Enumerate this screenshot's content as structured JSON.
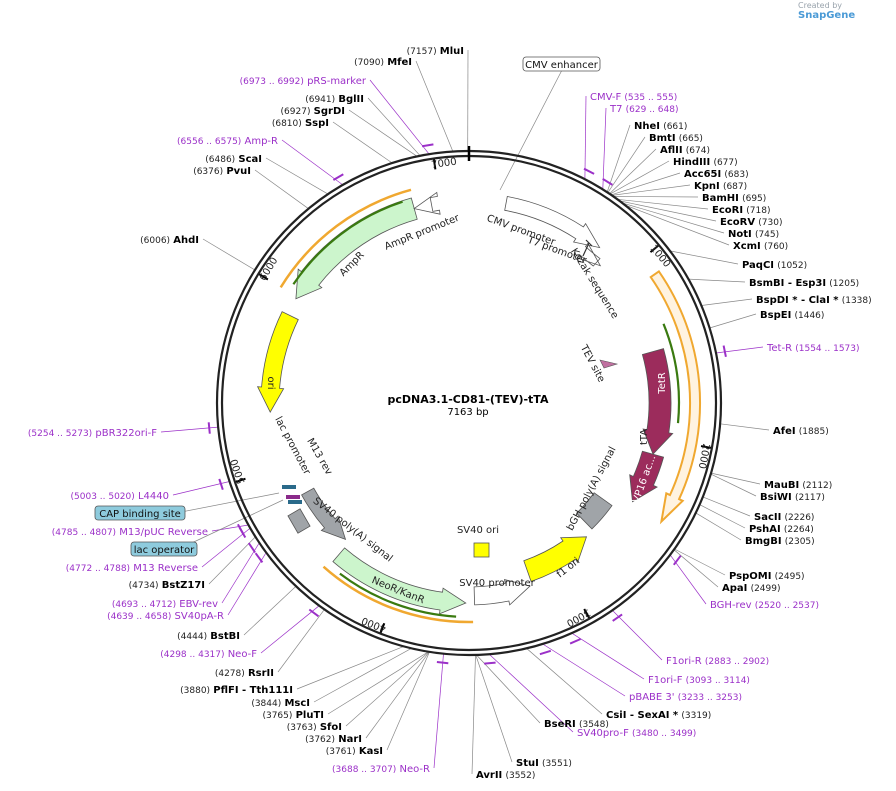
{
  "credit": {
    "prefix": "Created by",
    "brand": "SnapGene"
  },
  "plasmid": {
    "name": "pcDNA3.1-CD81-(TEV)-tTA",
    "size_label": "7163 bp",
    "length": 7163
  },
  "ticks": [
    {
      "pos": 1000,
      "label": "1000"
    },
    {
      "pos": 2000,
      "label": "2000"
    },
    {
      "pos": 3000,
      "label": "3000"
    },
    {
      "pos": 4000,
      "label": "4000"
    },
    {
      "pos": 5000,
      "label": "5000"
    },
    {
      "pos": 6000,
      "label": "6000"
    },
    {
      "pos": 7000,
      "label": "7000"
    }
  ],
  "colors": {
    "enzyme": "#000000",
    "primer": "#9b30c8",
    "leader": "#888888",
    "promoter_fill": "#ffffff",
    "amp_fill": "#ccf5cc",
    "neo_fill": "#ccf5cc",
    "ori_fill": "#ffff00",
    "tetr_fill": "#9c2c5c",
    "polyA_fill": "#a0a4a8",
    "translation": "#3a7a10",
    "orf_outline": "#f0a830",
    "boxed_fill": "#8ecbdd"
  },
  "enzymes": [
    {
      "name": "MluI",
      "pos": "(7157)"
    },
    {
      "name": "MfeI",
      "pos": "(7090)"
    },
    {
      "name": "BglII",
      "pos": "(6941)"
    },
    {
      "name": "SgrDI",
      "pos": "(6927)"
    },
    {
      "name": "SspI",
      "pos": "(6810)"
    },
    {
      "name": "ScaI",
      "pos": "(6486)"
    },
    {
      "name": "PvuI",
      "pos": "(6376)"
    },
    {
      "name": "AhdI",
      "pos": "(6006)"
    },
    {
      "name": "NheI",
      "pos": "(661)"
    },
    {
      "name": "BmtI",
      "pos": "(665)"
    },
    {
      "name": "AflII",
      "pos": "(674)"
    },
    {
      "name": "HindIII",
      "pos": "(677)"
    },
    {
      "name": "Acc65I",
      "pos": "(683)"
    },
    {
      "name": "KpnI",
      "pos": "(687)"
    },
    {
      "name": "BamHI",
      "pos": "(695)"
    },
    {
      "name": "EcoRI",
      "pos": "(718)"
    },
    {
      "name": "EcoRV",
      "pos": "(730)"
    },
    {
      "name": "NotI",
      "pos": "(745)"
    },
    {
      "name": "XcmI",
      "pos": "(760)"
    },
    {
      "name": "PaqCI",
      "pos": "(1052)"
    },
    {
      "name": "BsmBI - Esp3I",
      "pos": "(1205)"
    },
    {
      "name": "BspDI * - ClaI *",
      "pos": "(1338)"
    },
    {
      "name": "BspEI",
      "pos": "(1446)"
    },
    {
      "name": "AfeI",
      "pos": "(1885)"
    },
    {
      "name": "MauBI",
      "pos": "(2112)"
    },
    {
      "name": "BsiWI",
      "pos": "(2117)"
    },
    {
      "name": "SacII",
      "pos": "(2226)"
    },
    {
      "name": "PshAI",
      "pos": "(2264)"
    },
    {
      "name": "BmgBI",
      "pos": "(2305)"
    },
    {
      "name": "PspOMI",
      "pos": "(2495)"
    },
    {
      "name": "ApaI",
      "pos": "(2499)"
    },
    {
      "name": "CsiI - SexAI *",
      "pos": "(3319)"
    },
    {
      "name": "BseRI",
      "pos": "(3548)"
    },
    {
      "name": "StuI",
      "pos": "(3551)"
    },
    {
      "name": "AvrII",
      "pos": "(3552)"
    },
    {
      "name": "KasI",
      "pos": "(3761)"
    },
    {
      "name": "NarI",
      "pos": "(3762)"
    },
    {
      "name": "SfoI",
      "pos": "(3763)"
    },
    {
      "name": "PluTI",
      "pos": "(3765)"
    },
    {
      "name": "MscI",
      "pos": "(3844)"
    },
    {
      "name": "PflFI - Tth111I",
      "pos": "(3880)"
    },
    {
      "name": "RsrII",
      "pos": "(4278)"
    },
    {
      "name": "BstBI",
      "pos": "(4444)"
    },
    {
      "name": "BstZ17I",
      "pos": "(4734)"
    }
  ],
  "primers": [
    {
      "name": "pRS-marker",
      "range": "(6973 .. 6992)"
    },
    {
      "name": "Amp-R",
      "range": "(6556 .. 6575)"
    },
    {
      "name": "CMV-F",
      "range": "(535 .. 555)"
    },
    {
      "name": "T7",
      "range": "(629 .. 648)"
    },
    {
      "name": "Tet-R",
      "range": "(1554 .. 1573)"
    },
    {
      "name": "BGH-rev",
      "range": "(2520 .. 2537)"
    },
    {
      "name": "F1ori-R",
      "range": "(2883 .. 2902)"
    },
    {
      "name": "F1ori-F",
      "range": "(3093 .. 3114)"
    },
    {
      "name": "pBABE 3'",
      "range": "(3233 .. 3253)"
    },
    {
      "name": "SV40pro-F",
      "range": "(3480 .. 3499)"
    },
    {
      "name": "Neo-R",
      "range": "(3688 .. 3707)"
    },
    {
      "name": "Neo-F",
      "range": "(4298 .. 4317)"
    },
    {
      "name": "SV40pA-R",
      "range": "(4639 .. 4658)"
    },
    {
      "name": "EBV-rev",
      "range": "(4693 .. 4712)"
    },
    {
      "name": "M13 Reverse",
      "range": "(4772 .. 4788)"
    },
    {
      "name": "M13/pUC Reverse",
      "range": "(4785 .. 4807)"
    },
    {
      "name": "L4440",
      "range": "(5003 .. 5020)"
    },
    {
      "name": "pBR322ori-F",
      "range": "(5254 .. 5273)"
    }
  ],
  "boxed_features": [
    {
      "name": "CMV enhancer"
    },
    {
      "name": "CAP binding site"
    },
    {
      "name": "lac operator"
    }
  ],
  "features": [
    {
      "name": "CMV promoter",
      "kind": "promoter"
    },
    {
      "name": "T7 promoter",
      "kind": "promoter"
    },
    {
      "name": "Kozak sequence",
      "kind": "site"
    },
    {
      "name": "TEV site",
      "kind": "site"
    },
    {
      "name": "tTA",
      "kind": "orf"
    },
    {
      "name": "TetR",
      "kind": "cds"
    },
    {
      "name": "VP16 ac...",
      "kind": "cds"
    },
    {
      "name": "bGH poly(A) signal",
      "kind": "terminator"
    },
    {
      "name": "f1 ori",
      "kind": "origin"
    },
    {
      "name": "SV40 promoter",
      "kind": "promoter"
    },
    {
      "name": "SV40 ori",
      "kind": "origin"
    },
    {
      "name": "NeoR/KanR",
      "kind": "cds"
    },
    {
      "name": "SV40 poly(A) signal",
      "kind": "terminator"
    },
    {
      "name": "M13 rev",
      "kind": "site"
    },
    {
      "name": "lac promoter",
      "kind": "promoter"
    },
    {
      "name": "ori",
      "kind": "origin"
    },
    {
      "name": "AmpR",
      "kind": "cds"
    },
    {
      "name": "AmpR promoter",
      "kind": "promoter"
    }
  ]
}
